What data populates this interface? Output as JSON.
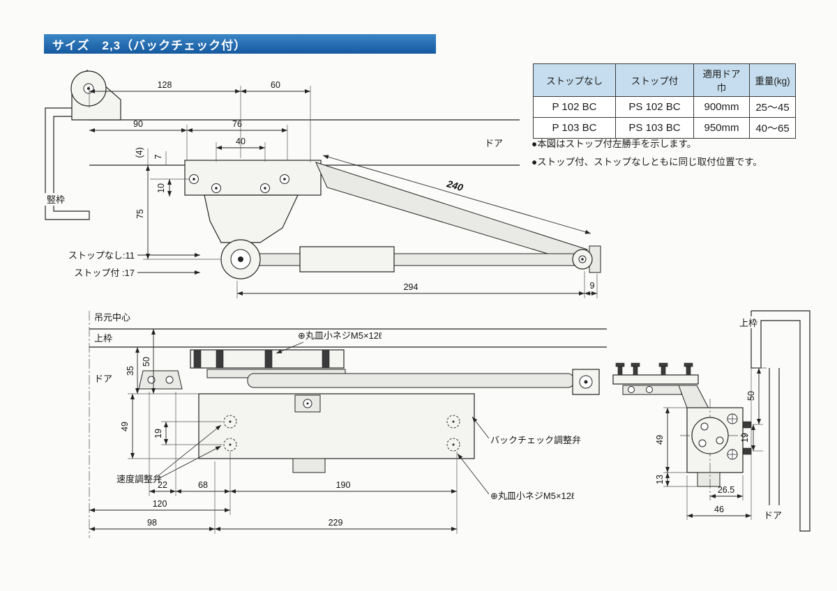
{
  "page": {
    "title": "サイズ　2,3（バックチェック付）"
  },
  "spec_table": {
    "headers": [
      "ストップなし",
      "ストップ付",
      "適用ドア巾",
      "重量(kg)"
    ],
    "rows": [
      [
        "P 102 BC",
        "PS 102 BC",
        "900mm",
        "25～45"
      ],
      [
        "P 103 BC",
        "PS 103 BC",
        "950mm",
        "40～65"
      ]
    ]
  },
  "notes": [
    "●本図はストップ付左勝手を示します。",
    "●ストップ付、ストップなしともに同じ取付位置です。"
  ],
  "front_view": {
    "labels": {
      "door": "ドア",
      "jamb": "竪枠",
      "stop_none": "ストップなし:11",
      "stop_with": "ストップ付 :17"
    },
    "dims": {
      "w128": "128",
      "w60": "60",
      "w90": "90",
      "w76": "76",
      "w40": "40",
      "h4": "(4)",
      "h7": "7",
      "h10": "10",
      "h75": "75",
      "arm240": "240",
      "w294": "294",
      "w9": "9"
    }
  },
  "plan_view": {
    "labels": {
      "hinge_center": "吊元中心",
      "head_frame": "上枠",
      "door": "ドア",
      "screw_top": "⊕丸皿小ネジM5×12ℓ",
      "backcheck_valve": "バックチェック調整弁",
      "speed_valve": "速度調整弁",
      "screw_bottom": "⊕丸皿小ネジM5×12ℓ"
    },
    "dims": {
      "h35": "35",
      "h50": "50",
      "h19": "19",
      "h49": "49",
      "w22": "22",
      "w68": "68",
      "w190": "190",
      "w120": "120",
      "w98": "98",
      "w229": "229"
    }
  },
  "side_view": {
    "labels": {
      "head_frame": "上枠",
      "door": "ドア"
    },
    "dims": {
      "h50": "50",
      "h19": "19",
      "h49": "49",
      "h13": "13",
      "w265": "26.5",
      "w46": "46"
    }
  },
  "colors": {
    "title_bg": "#1f6db4",
    "table_header_bg": "#c5ddee",
    "line": "#1f1f1f"
  }
}
